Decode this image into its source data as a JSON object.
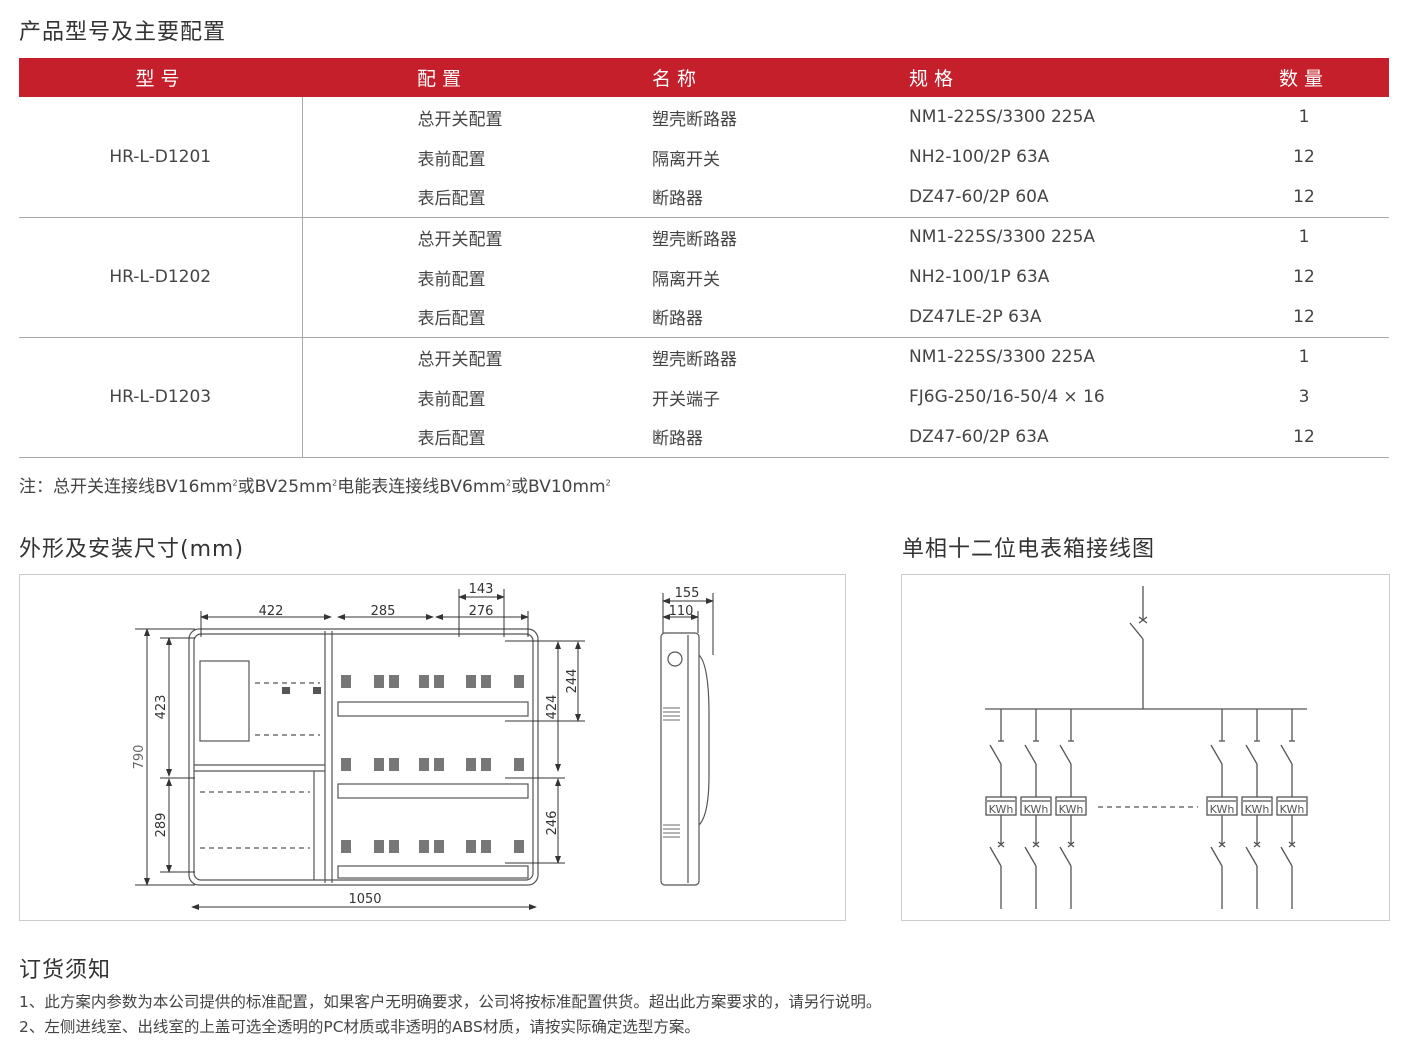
{
  "section1": {
    "title": "产品型号及主要配置"
  },
  "table": {
    "headers": [
      "型号",
      "配置",
      "名称",
      "规格",
      "数量"
    ],
    "groups": [
      {
        "model": "HR-L-D1201",
        "rows": [
          [
            "总开关配置",
            "塑壳断路器",
            "NM1-225S/3300 225A",
            "1"
          ],
          [
            "表前配置",
            "隔离开关",
            "NH2-100/2P 63A",
            "12"
          ],
          [
            "表后配置",
            "断路器",
            "DZ47-60/2P 60A",
            "12"
          ]
        ]
      },
      {
        "model": "HR-L-D1202",
        "rows": [
          [
            "总开关配置",
            "塑壳断路器",
            "NM1-225S/3300 225A",
            "1"
          ],
          [
            "表前配置",
            "隔离开关",
            "NH2-100/1P 63A",
            "12"
          ],
          [
            "表后配置",
            "断路器",
            "DZ47LE-2P  63A",
            "12"
          ]
        ]
      },
      {
        "model": "HR-L-D1203",
        "rows": [
          [
            "总开关配置",
            "塑壳断路器",
            "NM1-225S/3300 225A",
            "1"
          ],
          [
            "表前配置",
            "开关端子",
            "FJ6G-250/16-50/4 × 16",
            "3"
          ],
          [
            "表后配置",
            "断路器",
            "DZ47-60/2P 63A",
            "12"
          ]
        ]
      }
    ]
  },
  "note": {
    "parts": [
      "注：总开关连接线BV16mm",
      "2",
      "或BV25mm",
      "2",
      "电能表连接线BV6mm",
      "2",
      "或BV10mm",
      "2"
    ]
  },
  "section2": {
    "title": "外形及安装尺寸(mm)",
    "dims": {
      "w422": "422",
      "w285": "285",
      "w143": "143",
      "w276": "276",
      "h790": "790",
      "h423": "423",
      "h289": "289",
      "h244": "244",
      "h424": "424",
      "h246": "246",
      "w1050": "1050",
      "d155": "155",
      "d110": "110"
    }
  },
  "section3": {
    "title": "单相十二位电表箱接线图",
    "meter_label": "KWh"
  },
  "ordering": {
    "title": "订货须知",
    "items": [
      "1、此方案内参数为本公司提供的标准配置，如果客户无明确要求，公司将按标准配置供货。超出此方案要求的，请另行说明。",
      "2、左侧进线室、出线室的上盖可选全透明的PC材质或非透明的ABS材质，请按实际确定选型方案。"
    ]
  },
  "colors": {
    "accent": "#c41f2a"
  }
}
